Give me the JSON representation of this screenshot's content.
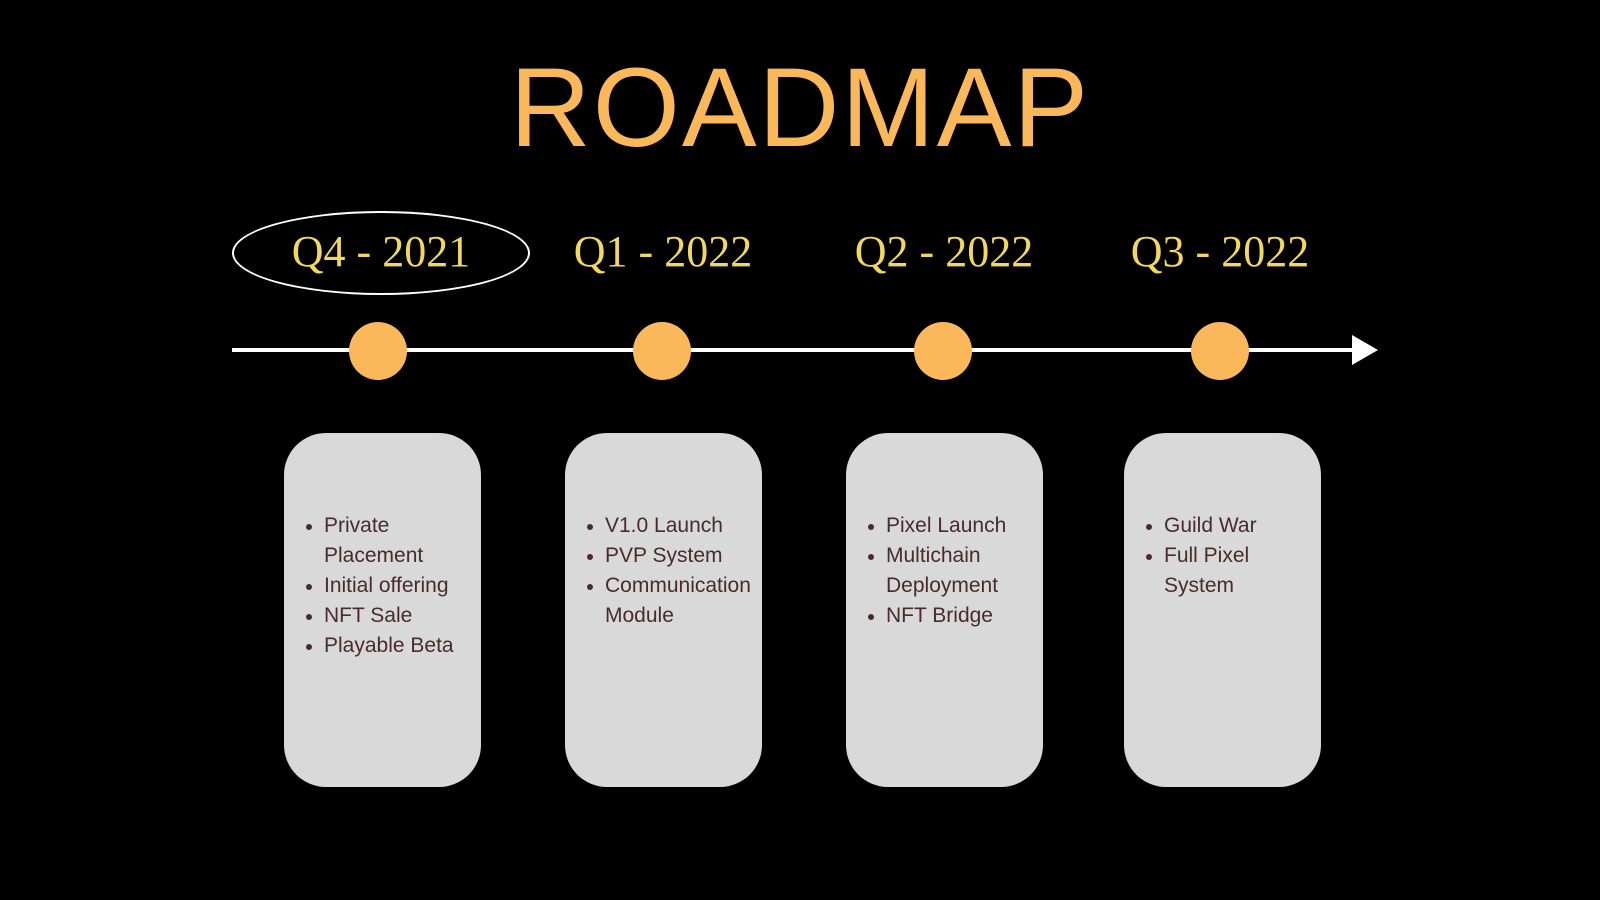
{
  "slide": {
    "title": "ROADMAP",
    "background_color": "#000000",
    "accent_color": "#FBB85B",
    "label_color": "#F2D85C",
    "card_color": "#D9D9D9",
    "card_text_color": "#4A2B2B",
    "line_color": "#FFFFFF"
  },
  "timeline": {
    "arrow_direction": "right",
    "milestones": [
      {
        "period": "Q4 - 2021",
        "highlighted": true,
        "items": [
          "Private Placement",
          "Initial offering",
          "NFT Sale",
          "Playable Beta"
        ]
      },
      {
        "period": "Q1 - 2022",
        "highlighted": false,
        "items": [
          "V1.0 Launch",
          "PVP System",
          "Communication Module"
        ]
      },
      {
        "period": "Q2 - 2022",
        "highlighted": false,
        "items": [
          "Pixel Launch",
          "Multichain Deployment",
          "NFT Bridge"
        ]
      },
      {
        "period": "Q3 - 2022",
        "highlighted": false,
        "items": [
          "Guild War",
          "Full Pixel System"
        ]
      }
    ]
  }
}
